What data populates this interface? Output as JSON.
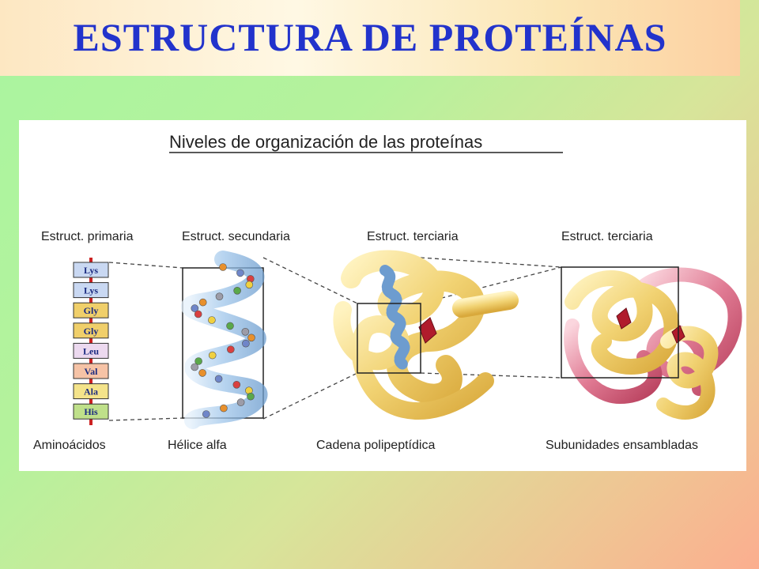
{
  "slide": {
    "title": "ESTRUCTURA DE PROTEÍNAS"
  },
  "figure": {
    "heading": "Niveles de organización de las proteínas",
    "levels": [
      {
        "label": "Estruct. primaria",
        "caption": "Aminoácidos"
      },
      {
        "label": "Estruct. secundaria",
        "caption": "Hélice alfa"
      },
      {
        "label": "Estruct. terciaria",
        "caption": "Cadena polipeptídica"
      },
      {
        "label": "Estruct. terciaria",
        "caption": "Subunidades ensambladas"
      }
    ],
    "amino_acids": [
      {
        "name": "Lys",
        "color": "#c9d8f2"
      },
      {
        "name": "Lys",
        "color": "#c9d8f2"
      },
      {
        "name": "Gly",
        "color": "#f0cf6a"
      },
      {
        "name": "Gly",
        "color": "#f0cf6a"
      },
      {
        "name": "Leu",
        "color": "#ecd9ef"
      },
      {
        "name": "Val",
        "color": "#f6c3a6"
      },
      {
        "name": "Ala",
        "color": "#f4e38a"
      },
      {
        "name": "His",
        "color": "#bfe08a"
      }
    ],
    "colors": {
      "chain_backbone": "#cc2222",
      "helix_ribbon": "#9ec5ea",
      "tertiary_ribbon": "#f1d272",
      "quaternary_pink": "#e07a93"
    }
  }
}
